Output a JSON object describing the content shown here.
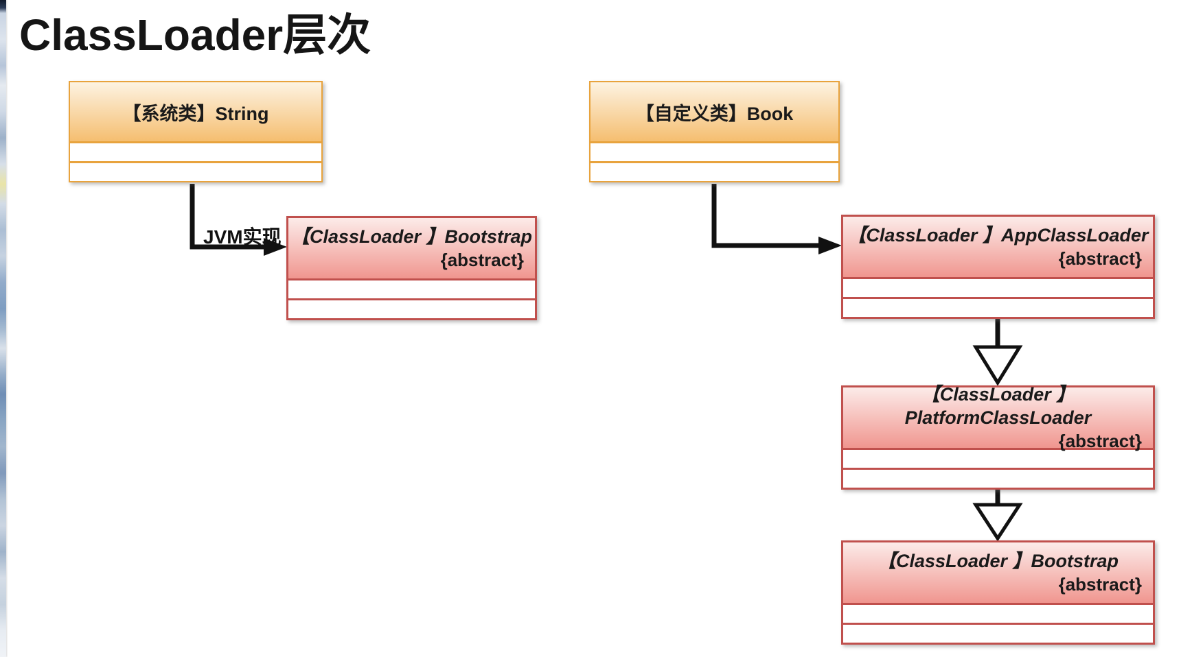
{
  "slide": {
    "title": "ClassLoader层次"
  },
  "diagram": {
    "classes": [
      {
        "id": "string",
        "title": "【系统类】String",
        "stereotype": "",
        "fill": "orange",
        "empty_compartments": 2
      },
      {
        "id": "book",
        "title": "【自定义类】Book",
        "stereotype": "",
        "fill": "orange",
        "empty_compartments": 2
      },
      {
        "id": "bootstrap_left",
        "title": "【ClassLoader 】Bootstrap",
        "stereotype": "{abstract}",
        "fill": "red",
        "empty_compartments": 2
      },
      {
        "id": "app",
        "title": "【ClassLoader 】AppClassLoader",
        "stereotype": "{abstract}",
        "fill": "red",
        "empty_compartments": 2
      },
      {
        "id": "platform",
        "title": "【ClassLoader 】PlatformClassLoader",
        "stereotype": "{abstract}",
        "fill": "red",
        "empty_compartments": 2
      },
      {
        "id": "bootstrap_bottom",
        "title": "【ClassLoader 】Bootstrap",
        "stereotype": "{abstract}",
        "fill": "red",
        "empty_compartments": 2
      }
    ],
    "edges": [
      {
        "from": "string",
        "to": "bootstrap_left",
        "label": "JVM实现",
        "style": "elbow-filled-arrow"
      },
      {
        "from": "book",
        "to": "app",
        "label": "",
        "style": "elbow-filled-arrow"
      },
      {
        "from": "app",
        "to": "platform",
        "label": "",
        "style": "generalization-hollow-triangle"
      },
      {
        "from": "platform",
        "to": "bootstrap_bottom",
        "label": "",
        "style": "generalization-hollow-triangle"
      }
    ]
  },
  "colors": {
    "orange-border": "#E8A33D",
    "orange-grad-top": "#FDF3E2",
    "orange-grad-bottom": "#F5BE70",
    "red-border": "#C0504D",
    "red-grad-top": "#FCEBE9",
    "red-grad-bottom": "#F0968F",
    "connector": "#111111"
  }
}
